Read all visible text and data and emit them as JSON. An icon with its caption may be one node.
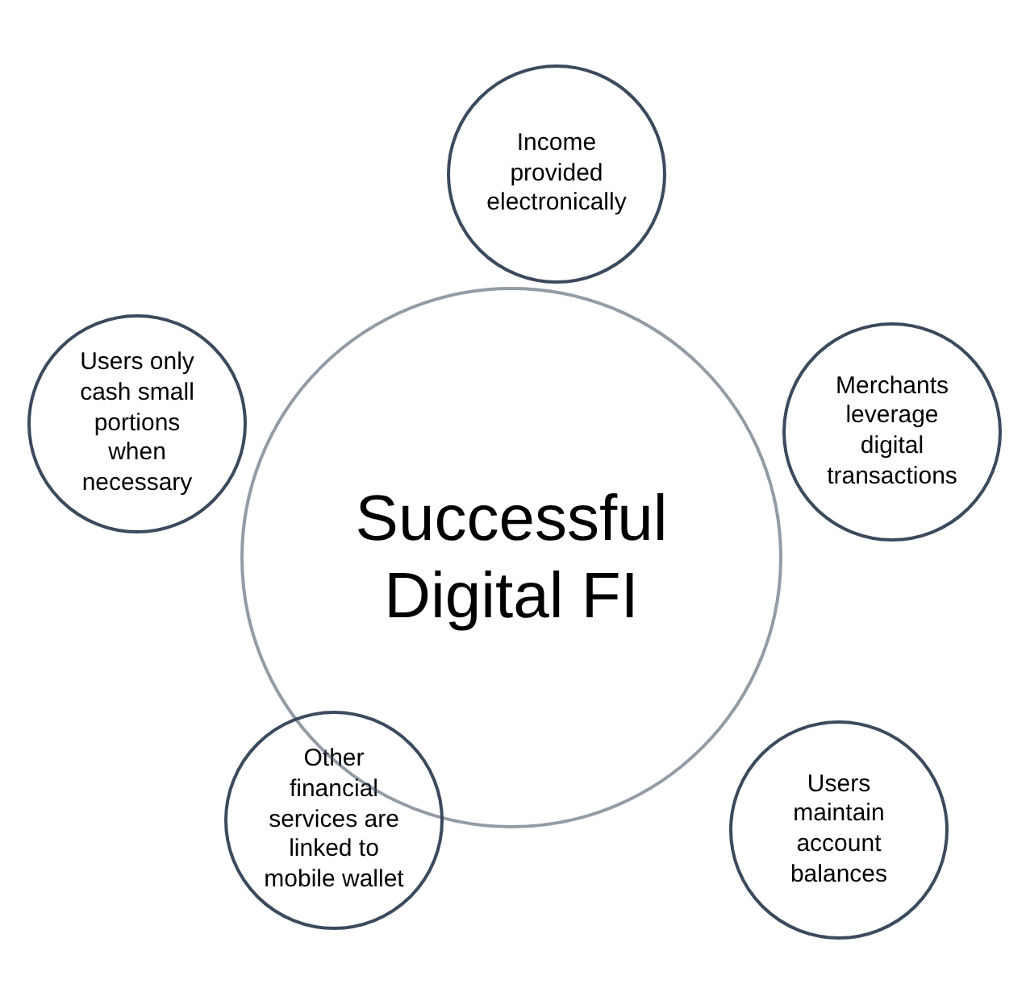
{
  "diagram": {
    "nodes": [
      {
        "text": [
          "Income provided electronically"
        ]
      },
      {
        "text": [
          "Users only cash small portions when necessary"
        ]
      },
      {
        "text": [
          "Merchants leverage digital transactions"
        ]
      },
      {
        "text": [
          "Successful Digital FI"
        ]
      },
      {
        "text": [
          "Other financial services are linked to mobile wallet"
        ]
      },
      {
        "text": [
          "Users maintain account balances"
        ]
      }
    ]
  }
}
